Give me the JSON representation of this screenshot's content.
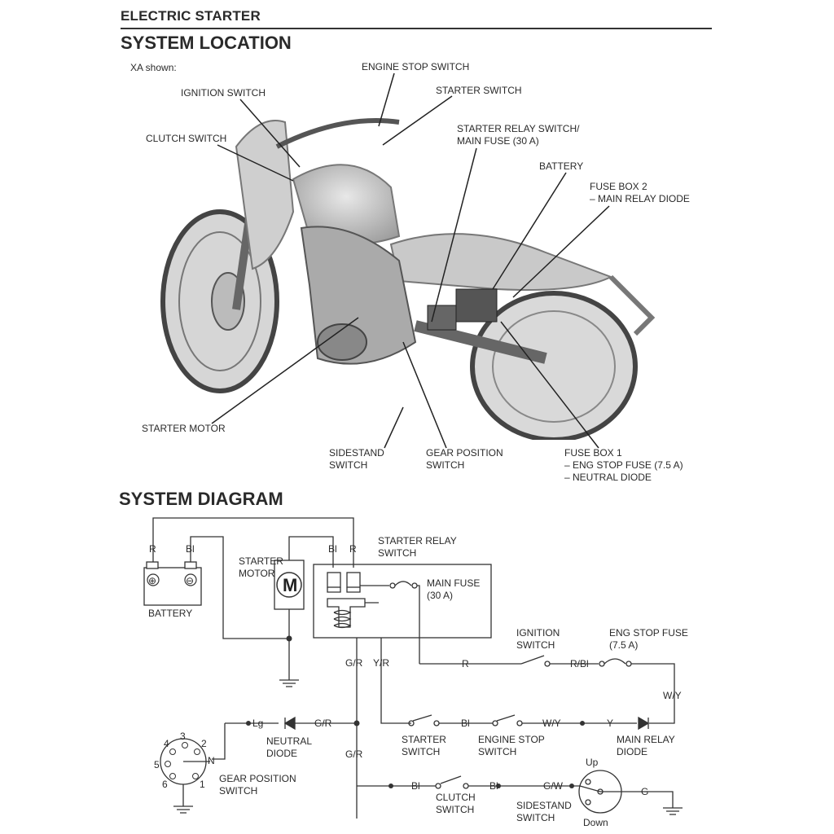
{
  "header": {
    "section": "ELECTRIC STARTER"
  },
  "location": {
    "title": "SYSTEM LOCATION",
    "note": "XA shown:",
    "callouts": [
      "ENGINE STOP SWITCH",
      "STARTER SWITCH",
      "IGNITION SWITCH",
      "CLUTCH SWITCH",
      "STARTER RELAY SWITCH/\nMAIN FUSE (30 A)",
      "BATTERY",
      "FUSE BOX 2\n– MAIN RELAY DIODE",
      "STARTER MOTOR",
      "SIDESTAND\nSWITCH",
      "GEAR POSITION\nSWITCH",
      "FUSE BOX 1\n– ENG STOP FUSE (7.5 A)\n– NEUTRAL DIODE"
    ]
  },
  "diagram": {
    "title": "SYSTEM DIAGRAM",
    "components": {
      "battery": "BATTERY",
      "starter_motor": "STARTER\nMOTOR",
      "motor_symbol": "M",
      "relay": "STARTER RELAY\nSWITCH",
      "main_fuse": "MAIN FUSE\n(30 A)",
      "ignition_switch": "IGNITION\nSWITCH",
      "eng_stop_fuse": "ENG STOP FUSE\n(7.5 A)",
      "neutral_diode": "NEUTRAL\nDIODE",
      "starter_switch": "STARTER\nSWITCH",
      "engine_stop_switch": "ENGINE STOP\nSWITCH",
      "main_relay_diode": "MAIN RELAY\nDIODE",
      "gear_position_switch": "GEAR POSITION\nSWITCH",
      "clutch_switch": "CLUTCH\nSWITCH",
      "sidestand_switch": "SIDESTAND\nSWITCH",
      "up": "Up",
      "down": "Down"
    },
    "battery_terminals": [
      "⊕",
      "⊖"
    ],
    "gear_positions": [
      "1",
      "2",
      "3",
      "4",
      "5",
      "6",
      "N"
    ],
    "wires": [
      "R",
      "Bl",
      "Bl",
      "R",
      "G/R",
      "Y/R",
      "R",
      "R/Bl",
      "W/Y",
      "Lg",
      "G/R",
      "G/R",
      "Bl",
      "W/Y",
      "Y",
      "Bl",
      "Bl",
      "G/W",
      "G"
    ]
  }
}
